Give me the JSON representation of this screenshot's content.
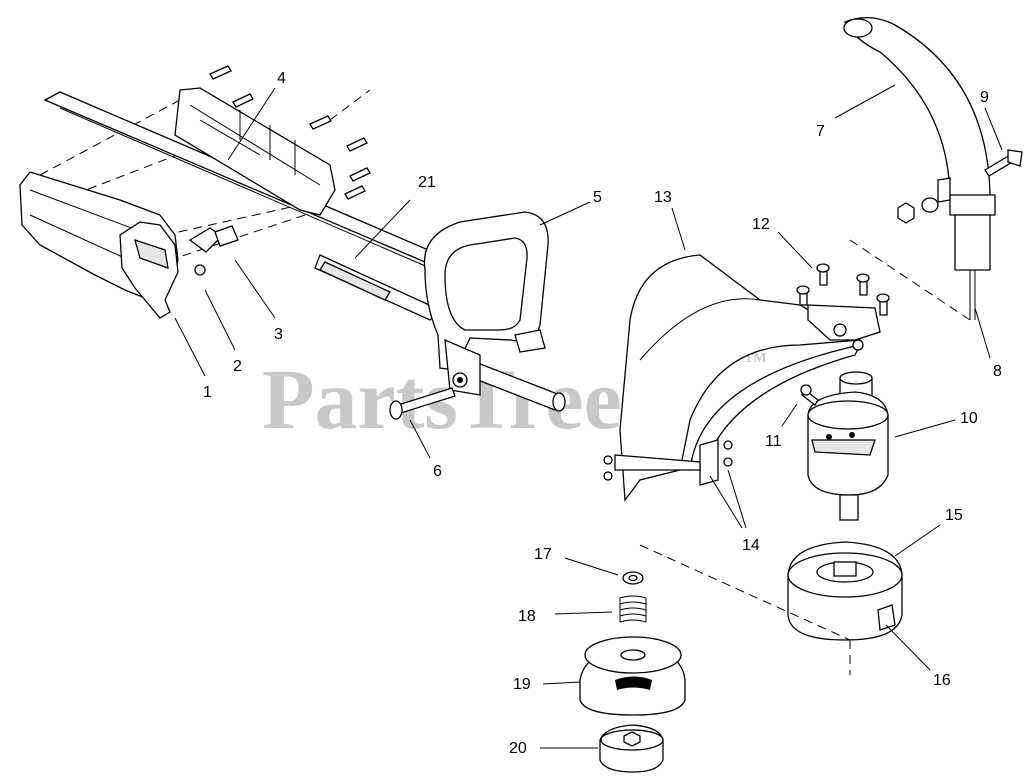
{
  "watermark": {
    "text": "PartsTree",
    "tm": "TM"
  },
  "labels": [
    {
      "id": "1",
      "text": "1"
    },
    {
      "id": "2",
      "text": "2"
    },
    {
      "id": "3",
      "text": "3"
    },
    {
      "id": "4",
      "text": "4"
    },
    {
      "id": "5",
      "text": "5"
    },
    {
      "id": "6",
      "text": "6"
    },
    {
      "id": "7",
      "text": "7"
    },
    {
      "id": "8",
      "text": "8"
    },
    {
      "id": "9",
      "text": "9"
    },
    {
      "id": "10",
      "text": "10"
    },
    {
      "id": "11",
      "text": "11"
    },
    {
      "id": "12",
      "text": "12"
    },
    {
      "id": "13",
      "text": "13"
    },
    {
      "id": "14",
      "text": "14"
    },
    {
      "id": "15",
      "text": "15"
    },
    {
      "id": "16",
      "text": "16"
    },
    {
      "id": "17",
      "text": "17"
    },
    {
      "id": "18",
      "text": "18"
    },
    {
      "id": "19",
      "text": "19"
    },
    {
      "id": "20",
      "text": "20"
    },
    {
      "id": "21",
      "text": "21"
    }
  ]
}
